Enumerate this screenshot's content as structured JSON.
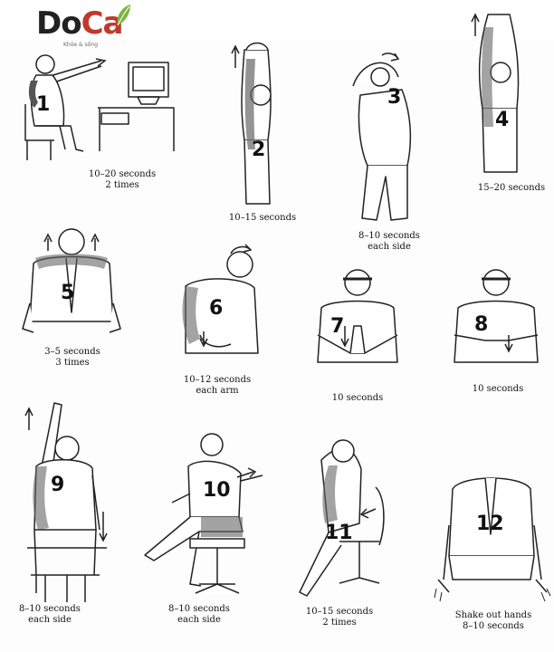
{
  "logo": {
    "brand_part1": "Do",
    "brand_part2": "Ca",
    "tagline": "Khỏe & sống",
    "colors": {
      "dark": "#222222",
      "accent": "#c0392b",
      "leaf": "#7cb342"
    }
  },
  "exercises": [
    {
      "number": "1",
      "caption": [
        "10–20 seconds",
        "2 times"
      ]
    },
    {
      "number": "2",
      "caption": [
        "10–15 seconds"
      ]
    },
    {
      "number": "3",
      "caption": [
        "8–10 seconds",
        "each side"
      ]
    },
    {
      "number": "4",
      "caption": [
        "15–20 seconds"
      ]
    },
    {
      "number": "5",
      "caption": [
        "3–5 seconds",
        "3 times"
      ]
    },
    {
      "number": "6",
      "caption": [
        "10–12 seconds",
        "each arm"
      ]
    },
    {
      "number": "7",
      "caption": [
        "10 seconds"
      ]
    },
    {
      "number": "8",
      "caption": [
        "10 seconds"
      ]
    },
    {
      "number": "9",
      "caption": [
        "8–10 seconds",
        "each side"
      ]
    },
    {
      "number": "10",
      "caption": [
        "8–10 seconds",
        "each side"
      ]
    },
    {
      "number": "11",
      "caption": [
        "10–15 seconds",
        "2 times"
      ]
    },
    {
      "number": "12",
      "caption": [
        "Shake out hands",
        "8–10 seconds"
      ]
    }
  ]
}
